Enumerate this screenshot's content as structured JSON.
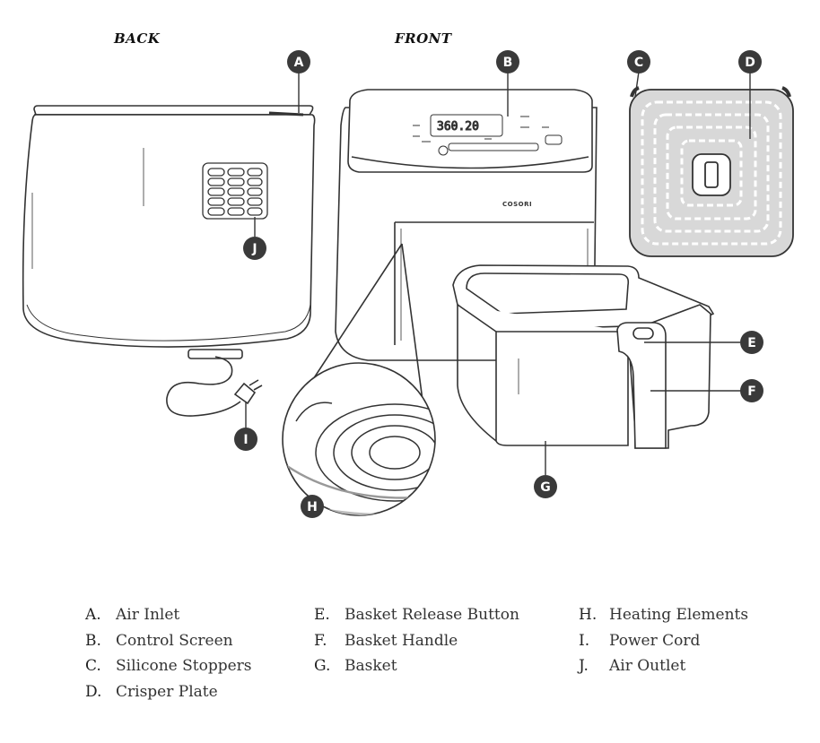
{
  "views": {
    "back": "BACK",
    "front": "FRONT"
  },
  "product": {
    "brand": "COSORI",
    "display": "360.20"
  },
  "callouts": [
    {
      "id": "A",
      "label": "Air Inlet"
    },
    {
      "id": "B",
      "label": "Control Screen"
    },
    {
      "id": "C",
      "label": "Silicone Stoppers"
    },
    {
      "id": "D",
      "label": "Crisper Plate"
    },
    {
      "id": "E",
      "label": "Basket Release Button"
    },
    {
      "id": "F",
      "label": "Basket Handle"
    },
    {
      "id": "G",
      "label": "Basket"
    },
    {
      "id": "H",
      "label": "Heating Elements"
    },
    {
      "id": "I",
      "label": "Power Cord"
    },
    {
      "id": "J",
      "label": "Air Outlet"
    }
  ],
  "legend": {
    "col1": [
      {
        "letter": "A.",
        "label": "Air Inlet"
      },
      {
        "letter": "B.",
        "label": "Control Screen"
      },
      {
        "letter": "C.",
        "label": "Silicone Stoppers"
      },
      {
        "letter": "D.",
        "label": "Crisper Plate"
      }
    ],
    "col2": [
      {
        "letter": "E.",
        "label": "Basket Release Button"
      },
      {
        "letter": "F.",
        "label": "Basket Handle"
      },
      {
        "letter": "G.",
        "label": "Basket"
      }
    ],
    "col3": [
      {
        "letter": "H.",
        "label": "Heating Elements"
      },
      {
        "letter": "I.",
        "label": "Power Cord"
      },
      {
        "letter": "J.",
        "label": "Air Outlet"
      }
    ]
  },
  "colors": {
    "line": "#333333",
    "badge": "#3a3a3a",
    "plate_fill": "#d8d8d8"
  }
}
